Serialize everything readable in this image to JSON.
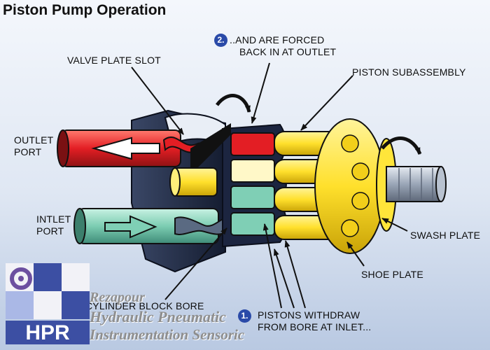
{
  "title": "Piston Pump Operation",
  "labels": {
    "outlet_port_1": "OUTLET",
    "outlet_port_2": "PORT",
    "inlet_port_1": "INTLET",
    "inlet_port_2": "PORT",
    "valve_plate_slot": "VALVE PLATE SLOT",
    "forced_1": "..AND ARE FORCED",
    "forced_2": "BACK IN AT OUTLET",
    "piston_subassembly": "PISTON SUBASSEMBLY",
    "swash_plate": "SWASH PLATE",
    "shoe_plate": "SHOE PLATE",
    "cylinder_block_bore": "CYLINDER BLOCK BORE",
    "withdraw_1": "PISTONS WITHDRAW",
    "withdraw_2": "FROM BORE AT INLET..."
  },
  "steps": {
    "one": "1.",
    "two": "2."
  },
  "logo": {
    "letters": "HPR",
    "line1": "Rezapour",
    "line2": "Hydraulic Pneumatic",
    "line3": "Instrumentation Sensoric"
  },
  "colors": {
    "outlet_red": "#e6262a",
    "inlet_teal": "#7fcfb5",
    "piston_yellow": "#ffe53a",
    "housing_navy": "#1e2a45",
    "step_blue": "#2a4aa8",
    "background": "#dde6f3"
  }
}
